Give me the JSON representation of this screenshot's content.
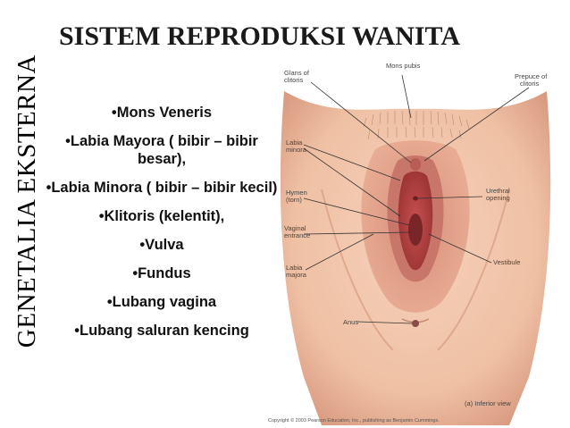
{
  "slide": {
    "side_title": "GENETALIA EKSTERNA",
    "title": "SISTEM REPRODUKSI WANITA",
    "bullets": [
      "•Mons Veneris",
      "•Labia Mayora ( bibir – bibir besar),",
      "•Labia Minora ( bibir – bibir kecil)",
      "•Klitoris (kelentit),",
      "•Vulva",
      "•Fundus",
      "•Lubang vagina",
      "•Lubang saluran kencing"
    ]
  },
  "figure": {
    "labels": {
      "glans": "Glans of",
      "glans2": "clitoris",
      "mons": "Mons pubis",
      "prepuce": "Prepuce of",
      "prepuce2": "clitoris",
      "labia_minora": "Labia",
      "labia_minora2": "minora",
      "hymen": "Hymen",
      "hymen2": "(torn)",
      "urethral": "Urethral",
      "urethral2": "opening",
      "vaginal": "Vaginal",
      "vaginal2": "entrance",
      "vestibule": "Vestibule",
      "labia_majora": "Labia",
      "labia_majora2": "majora",
      "anus": "Anus",
      "view": "(a) Inferior view",
      "copyright": "Copyright © 2003 Pearson Education, Inc., publishing as Benjamin Cummings."
    },
    "colors": {
      "skin": "#efc0a4",
      "skin_dark": "#d99a80",
      "labia": "#c8756a",
      "inner": "#b0403f",
      "hair": "#8a5a3e"
    }
  }
}
